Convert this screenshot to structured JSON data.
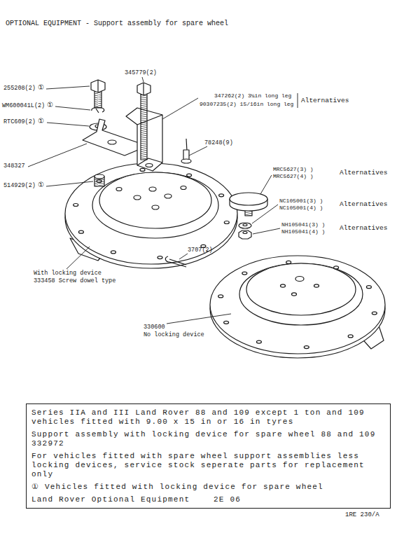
{
  "diagram": {
    "title": "OPTIONAL EQUIPMENT - Support assembly for spare wheel",
    "nodes": [
      {
        "text": [
          "Series IIA and III Land Rover 88 and 109 except 1 ton and 109 vehicles fitted with 9.00 x 15 in or 16 in tyres",
          "Support assembly with locking device for spare wheel 88 and 109 332972",
          "For vehicles fitted with spare wheel support assemblies less locking devices, service stock seperate parts for replacement only",
          "① Vehicles fitted with locking device for spare wheel",
          "Land Rover Optional Equipment",
          "2E 06"
        ]
      }
    ],
    "labels": [
      "345779(2)",
      "255208(2)",
      "①",
      "WM600041L(2)",
      "①",
      "RTC609(2)",
      "①",
      "348327",
      "514929(2)",
      "①",
      "347262(2) 3¼in long leg",
      "90307235(2) 15/16in long leg",
      "Alternatives",
      "78248(9)",
      "MRC5627(3) )",
      "MRC5627(4) )",
      "Alternatives",
      "NC105001(3) )",
      "NC105001(4) )",
      "Alternatives",
      "NH105041(3) )",
      "NH105041(4) )",
      "Alternatives",
      "3707(2)",
      "With locking device",
      "333458 Screw dowel type",
      "330600",
      "No locking device",
      "1RE 230/A"
    ]
  }
}
